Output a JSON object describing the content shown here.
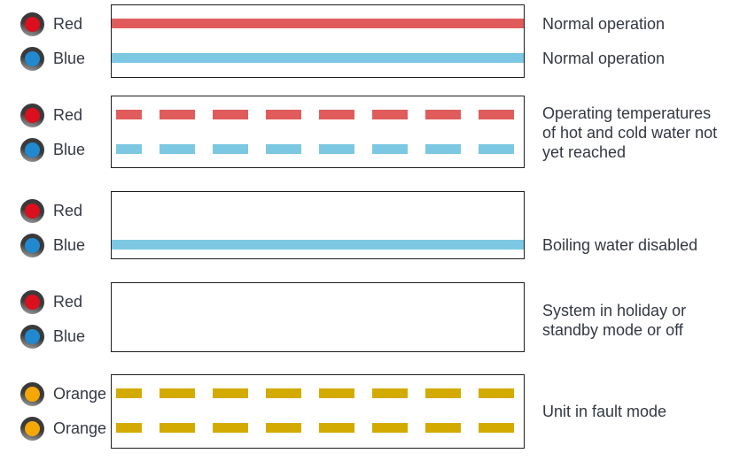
{
  "colors": {
    "red": "#e05c5c",
    "blue": "#7cc8e2",
    "gold": "#d3ab00",
    "led_red": "#dc0f1e",
    "led_blue": "#2089cf",
    "led_orange": "#f5a706",
    "text": "#343843",
    "box_border": "#1d1d1d"
  },
  "rows": [
    {
      "leds": [
        {
          "label": "Red"
        },
        {
          "label": "Blue"
        }
      ],
      "pattern": [
        {
          "led": "Red",
          "state": "solid on"
        },
        {
          "led": "Blue",
          "state": "solid on"
        }
      ],
      "descriptions": [
        "Normal operation",
        "Normal operation"
      ]
    },
    {
      "leds": [
        {
          "label": "Red"
        },
        {
          "label": "Blue"
        }
      ],
      "pattern": [
        {
          "led": "Red",
          "state": "blinking"
        },
        {
          "led": "Blue",
          "state": "blinking"
        }
      ],
      "descriptions": [
        "Operating temperatures",
        "of hot and cold water not",
        "yet reached"
      ]
    },
    {
      "leds": [
        {
          "label": "Red"
        },
        {
          "label": "Blue"
        }
      ],
      "pattern": [
        {
          "led": "Blue",
          "state": "solid on"
        }
      ],
      "descriptions": [
        "Boiling water disabled"
      ]
    },
    {
      "leds": [
        {
          "label": "Red"
        },
        {
          "label": "Blue"
        }
      ],
      "pattern": [],
      "descriptions": [
        "System in holiday or",
        "standby mode or off"
      ]
    },
    {
      "leds": [
        {
          "label": "Orange"
        },
        {
          "label": "Orange"
        }
      ],
      "pattern": [
        {
          "led": "Orange",
          "state": "blinking"
        },
        {
          "led": "Orange",
          "state": "blinking"
        }
      ],
      "descriptions": [
        "Unit in fault mode"
      ]
    }
  ]
}
